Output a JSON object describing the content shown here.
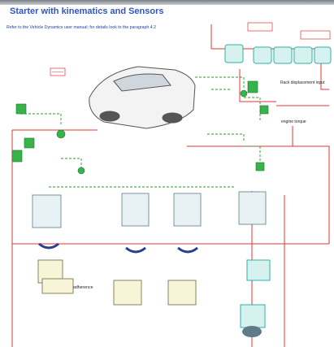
{
  "header": {
    "title": "Starter with kinematics and Sensors",
    "subtitle": "Refer to the Vehicle Dynamics user manual; for details look to the paragraph 4.2"
  },
  "labels": {
    "rack_displacement": "Rack displacement input",
    "engine_torque": "engine torque",
    "adherence": "adherence"
  },
  "colors": {
    "signal": "#e03535",
    "mechanical": "#2a9a2a",
    "blocks": "#2fb0a8",
    "title": "#2f55c8"
  }
}
